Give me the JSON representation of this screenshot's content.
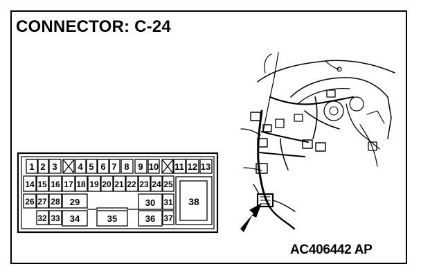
{
  "title": "CONNECTOR: C-24",
  "image_code": "AC406442 AP",
  "connector": {
    "row1": [
      "1",
      "2",
      "3",
      "4",
      "5",
      "6",
      "7",
      "8",
      "9",
      "10",
      "11",
      "12",
      "13"
    ],
    "row2": [
      "14",
      "15",
      "16",
      "17",
      "18",
      "19",
      "20",
      "21",
      "22",
      "23",
      "24",
      "25"
    ],
    "row3": [
      "26",
      "27",
      "28",
      "29",
      "30",
      "31"
    ],
    "row4": [
      "32",
      "33",
      "34",
      "35",
      "36",
      "37"
    ],
    "large_pin": "38"
  },
  "colors": {
    "line": "#000000",
    "background": "#ffffff"
  }
}
